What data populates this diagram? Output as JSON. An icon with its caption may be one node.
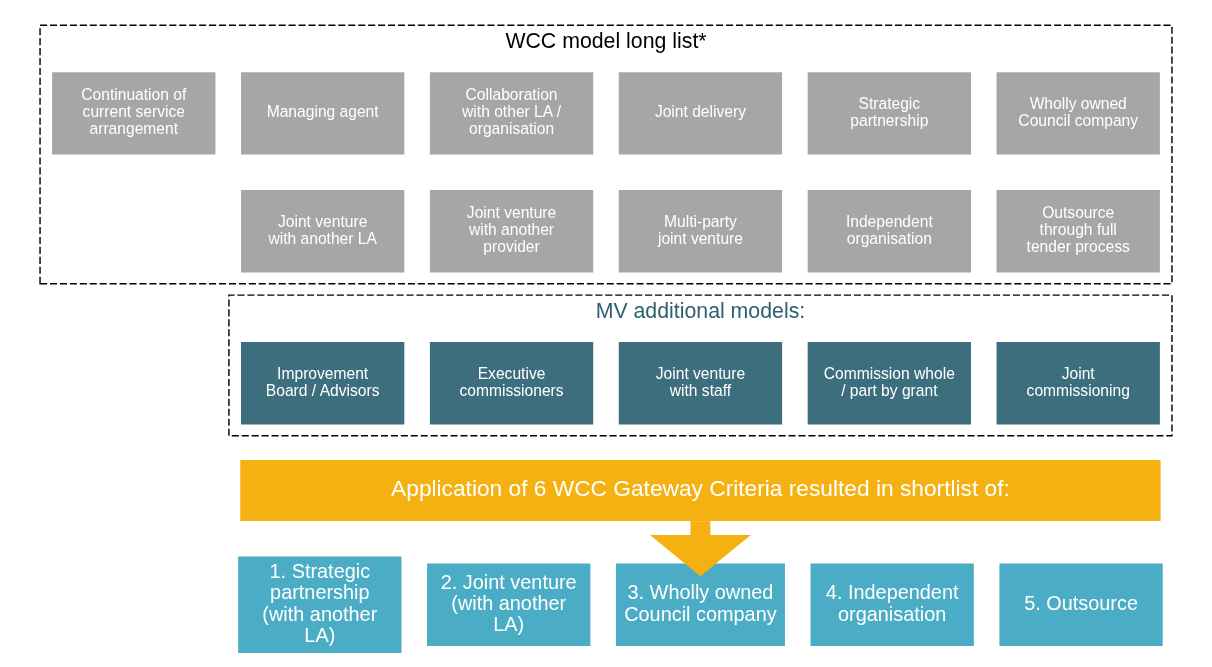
{
  "diagram": {
    "nodes": [
      {
        "text": [
          "WCC model long list*"
        ]
      },
      {
        "text": [
          "Continuation of current service arrangement"
        ],
        "in": 0
      },
      {
        "text": [
          "Managing agent"
        ],
        "in": 0
      },
      {
        "text": [
          "Collaboration with other LA / organisation"
        ],
        "in": 0
      },
      {
        "text": [
          "Joint delivery"
        ],
        "in": 0
      },
      {
        "text": [
          "Strategic partnership"
        ],
        "in": 0
      },
      {
        "text": [
          "Wholly owned Council company"
        ],
        "in": 0
      },
      {
        "text": [
          "Joint venture with another LA"
        ],
        "in": 0
      },
      {
        "text": [
          "Joint venture with another provider"
        ],
        "in": 0
      },
      {
        "text": [
          "Multi-party joint venture"
        ],
        "in": 0
      },
      {
        "text": [
          "Independent organisation"
        ],
        "in": 0
      },
      {
        "text": [
          "Outsource through full tender process"
        ],
        "in": 0
      },
      {
        "text": [
          "MV additional models:"
        ]
      },
      {
        "text": [
          "Improvement Board / Advisors"
        ],
        "in": 12
      },
      {
        "text": [
          "Executive commissioners"
        ],
        "in": 12
      },
      {
        "text": [
          "Joint venture with staff"
        ],
        "in": 12
      },
      {
        "text": [
          "Commission whole / part by grant"
        ],
        "in": 12
      },
      {
        "text": [
          "Joint commissioning"
        ],
        "in": 12
      },
      {
        "text": [
          "Application of 6 WCC Gateway Criteria resulted in shortlist of:"
        ]
      },
      {
        "text": [
          "1. Strategic partnership (with another LA)"
        ]
      },
      {
        "text": [
          "2. Joint venture (with another LA)"
        ]
      },
      {
        "text": [
          "3. Wholly owned Council company"
        ]
      },
      {
        "text": [
          "4. Independent organisation"
        ]
      },
      {
        "text": [
          "5. Outsource"
        ]
      }
    ],
    "edges": [
      {
        "from": 18,
        "to": 21,
        "arrow": "to",
        "color": "#f5b111"
      }
    ]
  }
}
